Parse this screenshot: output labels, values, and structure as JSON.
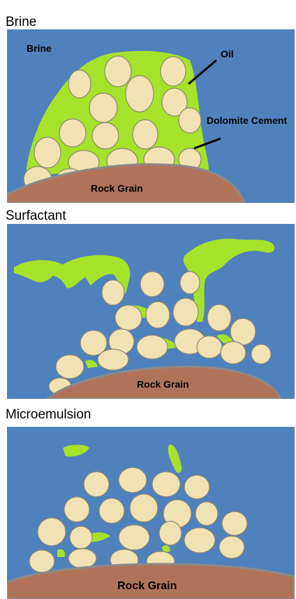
{
  "panels": [
    {
      "caption": "Brine",
      "labels": {
        "brine": "Brine",
        "oil": "Oil",
        "cement": "Dolomite Cement",
        "rock": "Rock Grain"
      }
    },
    {
      "caption": "Surfactant",
      "labels": {
        "rock": "Rock Grain"
      }
    },
    {
      "caption": "Microemulsion",
      "labels": {
        "rock": "Rock Grain"
      }
    }
  ],
  "colors": {
    "background": "#4f81bd",
    "oil": "#a6e22a",
    "grain": "#f1e2b4",
    "rock": "#b0735a"
  }
}
